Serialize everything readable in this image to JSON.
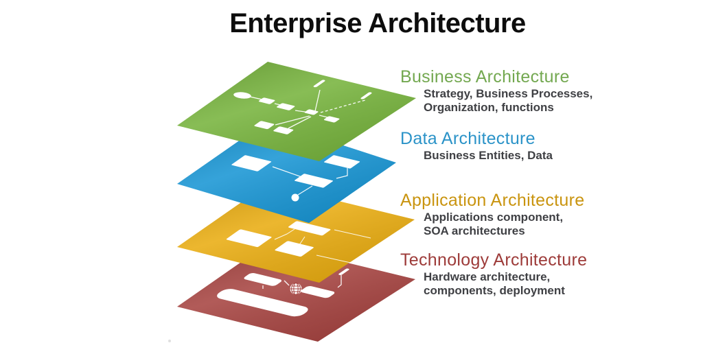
{
  "title": "Enterprise Architecture",
  "layers": [
    {
      "name": "Business Architecture",
      "label_color": "#73a850",
      "layer_color": "#76b33c",
      "description_lines": [
        "Strategy, Business Processes,",
        "Organization, functions"
      ],
      "icon": "org-chart-network"
    },
    {
      "name": "Data Architecture",
      "label_color": "#2b93c8",
      "layer_color": "#1795d4",
      "description_lines": [
        "Business Entities, Data"
      ],
      "icon": "entity-relationship-diagram"
    },
    {
      "name": "Application Architecture",
      "label_color": "#c9940f",
      "layer_color": "#e9ac10",
      "description_lines": [
        "Applications component,",
        "SOA architectures"
      ],
      "icon": "application-components"
    },
    {
      "name": "Technology Architecture",
      "label_color": "#9d3b39",
      "layer_color": "#a64340",
      "description_lines": [
        "Hardware architecture,",
        "components, deployment"
      ],
      "icon": "hardware-deployment"
    }
  ]
}
